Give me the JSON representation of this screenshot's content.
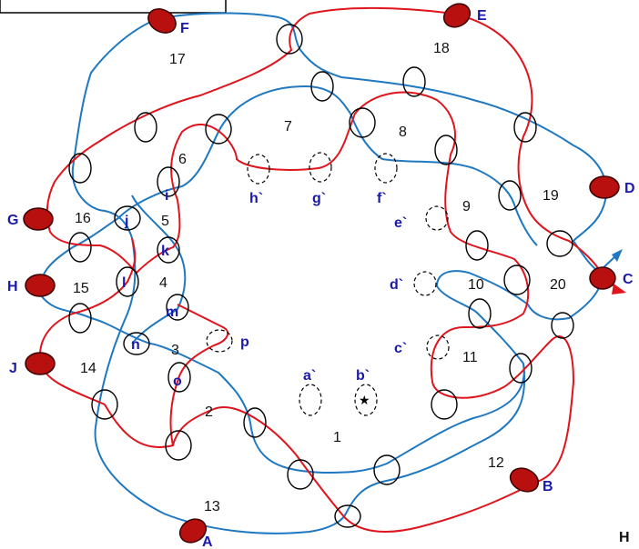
{
  "regions": [
    "1",
    "2",
    "3",
    "4",
    "5",
    "6",
    "7",
    "8",
    "9",
    "10",
    "11",
    "12",
    "13",
    "14",
    "15",
    "16",
    "17",
    "18",
    "19",
    "20"
  ],
  "terminals": [
    "A",
    "B",
    "C",
    "D",
    "E",
    "F",
    "G",
    "H",
    "J"
  ],
  "crossings": [
    "a`",
    "b`",
    "c`",
    "d`",
    "e`",
    "f`",
    "g`",
    "h`",
    "i",
    "j",
    "k",
    "l",
    "m",
    "n",
    "o",
    "p"
  ],
  "corner_text": "H",
  "marker": "★",
  "colors": {
    "blue_curve": "#1f78c0",
    "red_curve": "#e0141c",
    "terminal_fill": "#b80f0f",
    "label_blue": "#1a1aa8"
  }
}
